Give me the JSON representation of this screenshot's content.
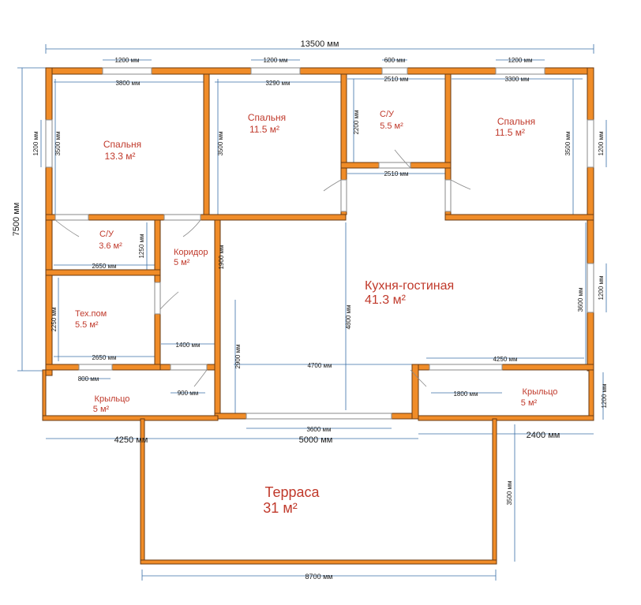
{
  "rooms": {
    "bedroom1": {
      "name": "Спальня",
      "area": "13.3 м²"
    },
    "bedroom2": {
      "name": "Спальня",
      "area": "11.5 м²"
    },
    "bath1": {
      "name": "С/У",
      "area": "5.5 м²"
    },
    "bedroom3": {
      "name": "Спальня",
      "area": "11.5 м²"
    },
    "bath2": {
      "name": "С/У",
      "area": "3.6 м²"
    },
    "corridor": {
      "name": "Коридор",
      "area": "5 м²"
    },
    "tech": {
      "name": "Тех.пом",
      "area": "5.5 м²"
    },
    "kitchen": {
      "name": "Кухня-гостиная",
      "area": "41.3 м²"
    },
    "porch1": {
      "name": "Крыльцо",
      "area": "5 м²"
    },
    "porch2": {
      "name": "Крыльцо",
      "area": "5 м²"
    },
    "terrace": {
      "name": "Терраса",
      "area": "31 м²"
    }
  },
  "dims": {
    "total_width": "13500 мм",
    "total_height": "7500 мм",
    "win_top1": "1200 мм",
    "win_top2": "1200 мм",
    "win_top3": "600 мм",
    "win_top4": "1200 мм",
    "bed1_w": "3800 мм",
    "bed2_w": "3290 мм",
    "bath1_w": "2510 мм",
    "bed3_w": "3300 мм",
    "bath1_w2": "2510 мм",
    "win_left1": "1200 мм",
    "bed1_h": "3500 мм",
    "bed2_h": "3500 мм",
    "bath1_h": "2200 мм",
    "bed3_h": "3500 мм",
    "win_right1": "1200 мм",
    "bath2_h": "1250 мм",
    "bath2_w": "2650 мм",
    "corr_h": "1900 мм",
    "tech_h": "2250 мм",
    "tech_w": "2650 мм",
    "corr_w": "1400 мм",
    "kitchen_h": "4800 мм",
    "kitchen_h2": "3600 мм",
    "win_right2": "1200 мм",
    "kitchen_w": "4700 мм",
    "right_w": "4250 мм",
    "hall_h": "2900 мм",
    "win_b1": "800 мм",
    "win_b2": "900 мм",
    "win_b3": "1800 мм",
    "porch2_h": "1200 мм",
    "win_b4": "3600 мм",
    "porch1_w": "4250 мм",
    "mid_w": "5000 мм",
    "porch2_w": "2400 мм",
    "terr_h": "3500 мм",
    "terr_w": "8700 мм"
  }
}
